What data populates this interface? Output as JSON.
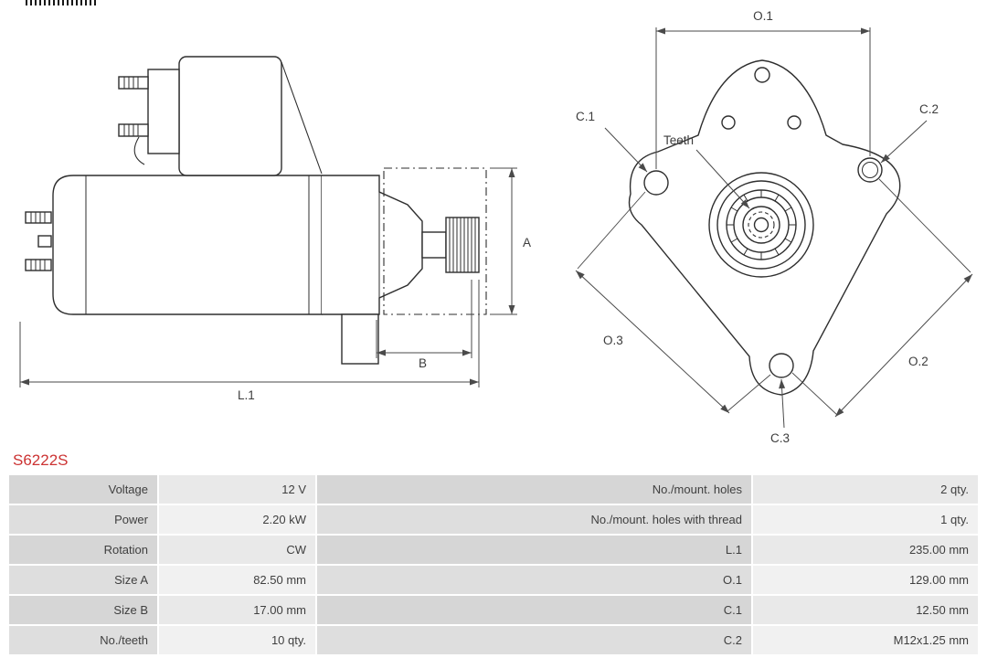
{
  "part_number": "S6222S",
  "colors": {
    "accent_red": "#cc3333",
    "table_label_bg": "#d6d6d6",
    "table_value_bg": "#e9e9e9",
    "line_color": "#2e2e2e"
  },
  "diagram": {
    "labels": {
      "l1": "L.1",
      "a": "A",
      "b": "B",
      "o1": "O.1",
      "o2": "O.2",
      "o3": "O.3",
      "c1": "C.1",
      "c2": "C.2",
      "c3": "C.3",
      "teeth": "Teeth"
    }
  },
  "table": {
    "rows": [
      {
        "label_left": "Voltage",
        "value_left": "12 V",
        "label_right": "No./mount. holes",
        "value_right": "2 qty."
      },
      {
        "label_left": "Power",
        "value_left": "2.20 kW",
        "label_right": "No./mount. holes with thread",
        "value_right": "1 qty."
      },
      {
        "label_left": "Rotation",
        "value_left": "CW",
        "label_right": "L.1",
        "value_right": "235.00 mm"
      },
      {
        "label_left": "Size A",
        "value_left": "82.50 mm",
        "label_right": "O.1",
        "value_right": "129.00 mm"
      },
      {
        "label_left": "Size B",
        "value_left": "17.00 mm",
        "label_right": "C.1",
        "value_right": "12.50 mm"
      },
      {
        "label_left": "No./teeth",
        "value_left": "10 qty.",
        "label_right": "C.2",
        "value_right": "M12x1.25 mm"
      }
    ]
  }
}
